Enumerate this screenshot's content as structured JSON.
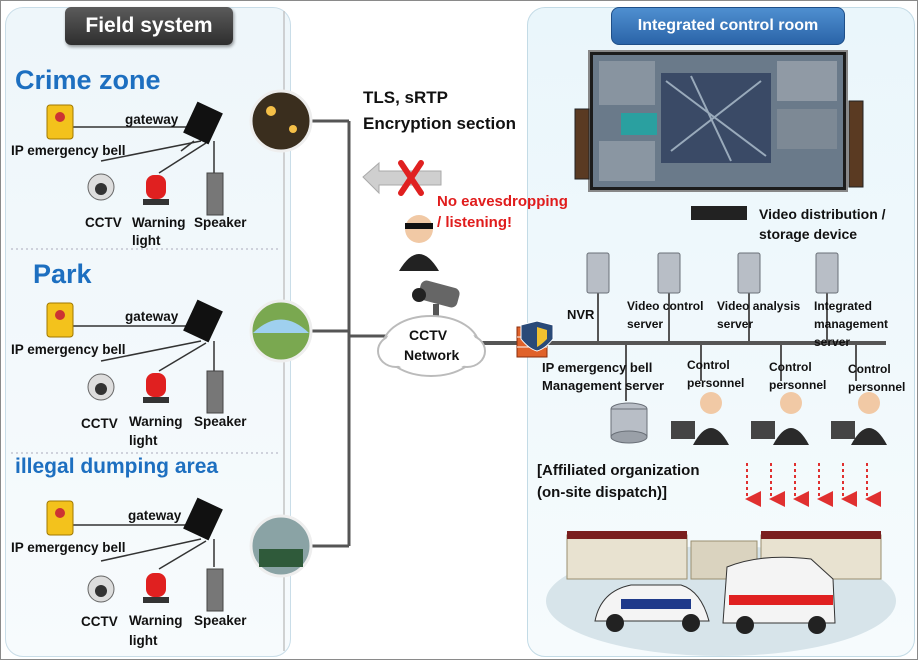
{
  "field_system": {
    "title": "Field system",
    "zones": [
      {
        "title": "Crime zone",
        "gateway": "gateway",
        "bell": "IP emergency bell",
        "cctv": "CCTV",
        "warning_l1": "Warning",
        "warning_l2": "light",
        "speaker": "Speaker"
      },
      {
        "title": "Park",
        "gateway": "gateway",
        "bell": "IP emergency bell",
        "cctv": "CCTV",
        "warning_l1": "Warning",
        "warning_l2": "light",
        "speaker": "Speaker"
      },
      {
        "title": "illegal dumping area",
        "gateway": "gateway",
        "bell": "IP emergency bell",
        "cctv": "CCTV",
        "warning_l1": "Warning",
        "warning_l2": "light",
        "speaker": "Speaker"
      }
    ]
  },
  "middle": {
    "encryption_l1": "TLS, sRTP",
    "encryption_l2": "Encryption section",
    "warning_l1": "No eavesdropping",
    "warning_l2": "/ listening!",
    "network_l1": "CCTV",
    "network_l2": "Network"
  },
  "control_room": {
    "title": "Integrated control room",
    "video_dist_l1": "Video distribution /",
    "video_dist_l2": "storage device",
    "servers": [
      {
        "l1": "NVR",
        "l2": ""
      },
      {
        "l1": "Video control",
        "l2": "server"
      },
      {
        "l1": "Video analysis",
        "l2": "server"
      },
      {
        "l1": "Integrated",
        "l2": "management",
        "l3": "server"
      }
    ],
    "bell_mgmt_l1": "IP emergency bell",
    "bell_mgmt_l2": "Management server",
    "personnel": [
      {
        "l1": "Control",
        "l2": "personnel"
      },
      {
        "l1": "Control",
        "l2": "personnel"
      },
      {
        "l1": "Control",
        "l2": "personnel"
      }
    ],
    "affiliated_l1": "[Affiliated organization",
    "affiliated_l2": "(on-site dispatch)]"
  },
  "colors": {
    "zone_title": "#1d6fc0",
    "warning_red": "#e01c1c",
    "control_tab": "#2a64a8",
    "line": "#555555",
    "dispatch_arrow": "#e03030"
  }
}
